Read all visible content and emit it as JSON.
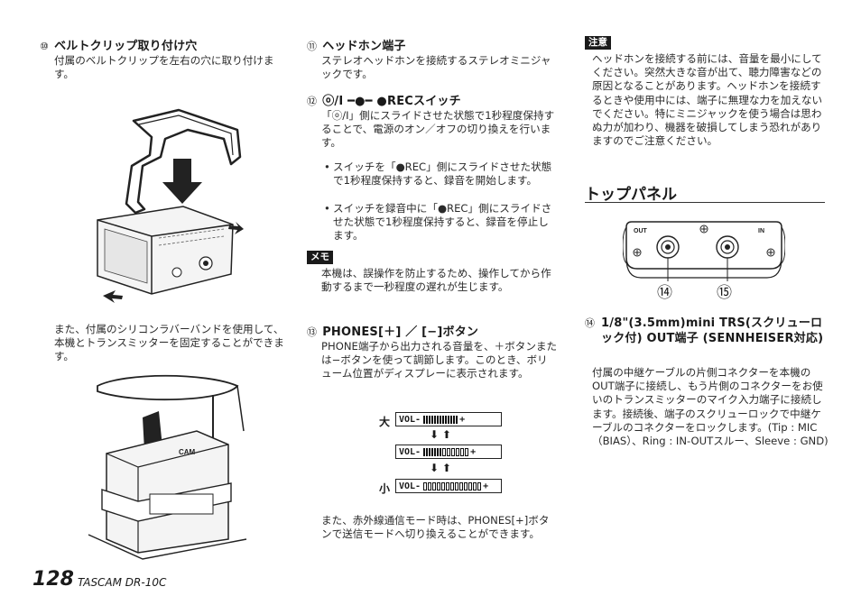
{
  "col1": {
    "h10_num": "⑩",
    "h10_title": "ベルトクリップ取り付け穴",
    "p10": "付属のベルトクリップを左右の穴に取り付けます。",
    "p10b": "また、付属のシリコンラバーバンドを使用して、本機とトランスミッターを固定することができます。"
  },
  "col2": {
    "h11_num": "⑪",
    "h11_title": "ヘッドホン端子",
    "p11": "ステレオヘッドホンを接続するステレオミニジャックです。",
    "h12_num": "⑫",
    "h12_title": "ⓞ/I ━●━ ●RECスイッチ",
    "p12": "「ⓞ/I」側にスライドさせた状態で1秒程度保持することで、電源のオン／オフの切り換えを行います。",
    "b12a": "スイッチを「●REC」側にスライドさせた状態で1秒程度保持すると、録音を開始します。",
    "b12b": "スイッチを録音中に「●REC」側にスライドさせた状態で1秒程度保持すると、録音を停止します。",
    "memo_tag": "メモ",
    "memo": "本機は、誤操作を防止するため、操作してから作動するまで一秒程度の遅れが生じます。",
    "h13_num": "⑬",
    "h13_title": "PHONES[＋] ／ [−]ボタン",
    "p13": "PHONE端子から出力される音量を、＋ボタンまたは−ボタンを使って調節します。このとき、ボリューム位置がディスプレーに表示されます。",
    "vol_label": "VOL-",
    "big": "大",
    "small": "小",
    "p13b": "また、赤外線通信モード時は、PHONES[+]ボタンで送信モードへ切り換えることができます。"
  },
  "col3": {
    "caution_tag": "注意",
    "caution": "ヘッドホンを接続する前には、音量を最小にしてください。突然大きな音が出て、聴力障害などの原因となることがあります。ヘッドホンを接続するときや使用中には、端子に無理な力を加えないでください。特にミニジャックを使う場合は思わぬ力が加わり、機器を破損してしまう恐れがありますのでご注意ください。",
    "section": "トップパネル",
    "out_label": "OUT",
    "in_label": "IN",
    "callout14": "⑭",
    "callout15": "⑮",
    "h14_num": "⑭",
    "h14_title": "1/8\"(3.5mm)mini TRS(スクリューロック付) OUT端子 (SENNHEISER対応)",
    "p14": "付属の中継ケーブルの片側コネクターを本機のOUT端子に接続し、もう片側のコネクターをお使いのトランスミッターのマイク入力端子に接続します。接続後、端子のスクリューロックで中継ケーブルのコネクターをロックします。(Tip : MIC（BIAS）、Ring : IN-OUTスルー、Sleeve : GND)"
  },
  "footer": {
    "page": "128",
    "brand": "TASCAM  DR-10C"
  },
  "display": {
    "levels": [
      13,
      7,
      0
    ],
    "segments": 13
  }
}
